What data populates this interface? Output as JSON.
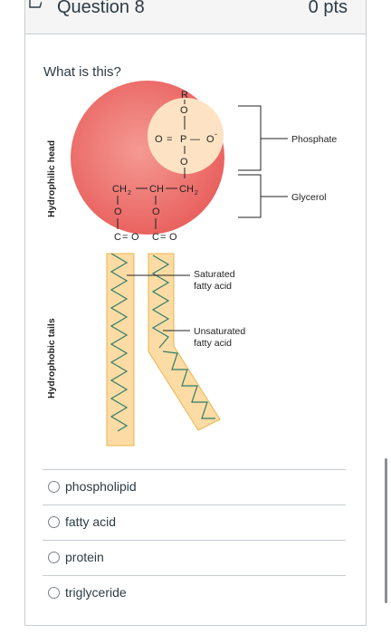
{
  "question": {
    "title": "Question 8",
    "points": "0 pts",
    "prompt": "What is this?"
  },
  "diagram": {
    "side_labels": {
      "head": "Hydrophilic head",
      "tails": "Hydrophobic tails"
    },
    "head_atoms": {
      "r": "R",
      "o_top": "O",
      "o_double": "O",
      "eq1": "=",
      "p": "P",
      "dash1": "—",
      "o_minus": "O",
      "minus": "-",
      "o_bottom": "O",
      "ch2_left": "CH",
      "ch2_left_sub": "2",
      "ch": "CH",
      "ch2_right": "CH",
      "ch2_right_sub": "2",
      "o_ester1": "O",
      "o_ester2": "O",
      "c1": "C",
      "eq2": "=",
      "o_carbonyl1": "O",
      "c2": "C",
      "eq3": "=",
      "o_carbonyl2": "O"
    },
    "labels": {
      "phosphate": "Phosphate",
      "glycerol": "Glycerol",
      "saturated_line1": "Saturated",
      "saturated_line2": "fatty acid",
      "unsaturated_line1": "Unsaturated",
      "unsaturated_line2": "fatty acid"
    }
  },
  "answers": [
    {
      "label": "phospholipid"
    },
    {
      "label": "fatty acid"
    },
    {
      "label": "protein"
    },
    {
      "label": "triglyceride"
    }
  ],
  "colors": {
    "head_fill": "#ef6f6c",
    "phosphate_fill": "#fde3c3",
    "tail_fill": "#fcdca4",
    "tail_stroke": "#e8b44d",
    "text": "#2d3b45",
    "border": "#c7cdd1"
  }
}
